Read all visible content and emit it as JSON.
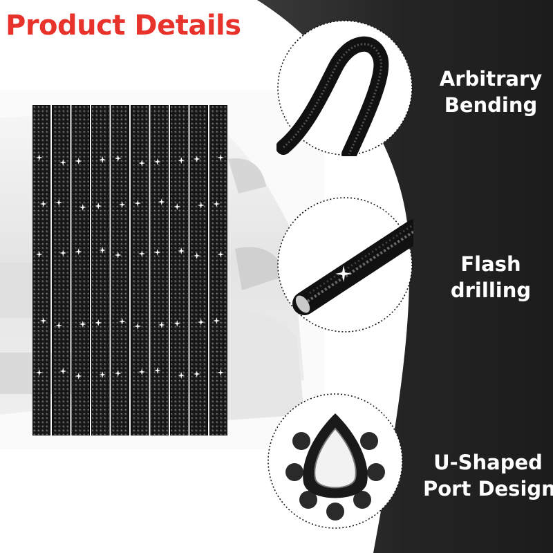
{
  "title": "Product Details",
  "features": [
    {
      "line1": "Arbitrary",
      "line2": "Bending"
    },
    {
      "line1": "Flash",
      "line2": "drilling"
    },
    {
      "line1": "U-Shaped",
      "line2": "Port Design"
    }
  ],
  "strip_count": 10,
  "colors": {
    "title": "#e8322c",
    "panel": "#252525",
    "strip": "#1b1b1b",
    "label": "#ffffff"
  }
}
